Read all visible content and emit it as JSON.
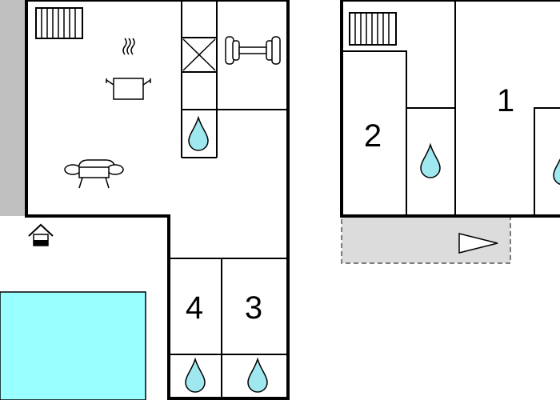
{
  "rooms": {
    "bedroom_1": "1",
    "bedroom_2": "2",
    "bedroom_3": "3",
    "bedroom_4": "4"
  },
  "colors": {
    "wall": "#000000",
    "pool": "#99ffff",
    "water_drop": "#9fe8ef",
    "terrace_strip": "#c0c0c0",
    "balcony": "#dcdcdc"
  },
  "icons": [
    "radiator-icon",
    "stove-icon",
    "sofa-icon",
    "dumbbell-icon",
    "stairs-icon",
    "water-drop-icon",
    "entrance-icon",
    "direction-arrow-icon"
  ]
}
